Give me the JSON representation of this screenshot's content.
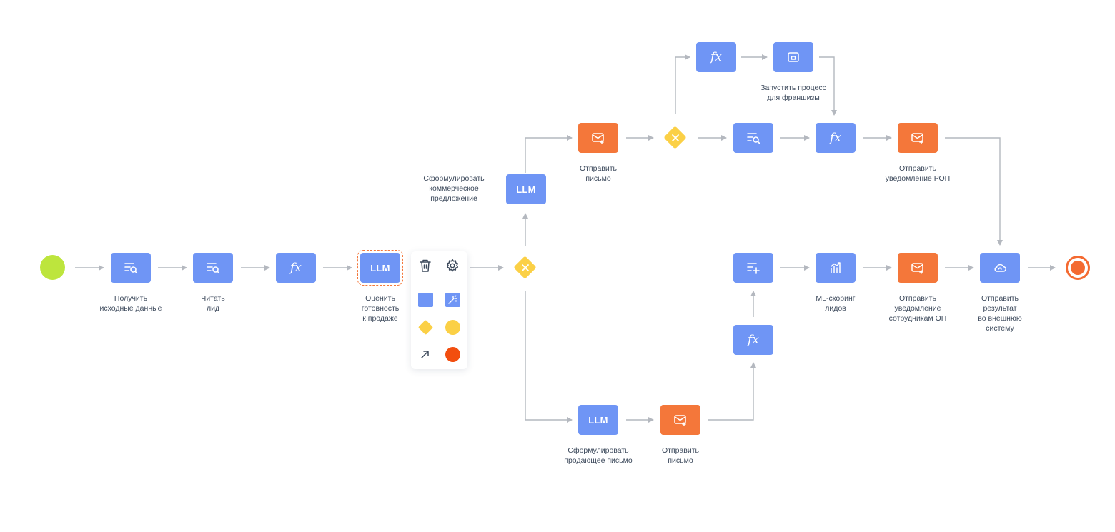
{
  "colors": {
    "task_blue": "#6f95f5",
    "task_orange": "#f4773a",
    "gateway": "#fbd046",
    "start_event": "#bde53d",
    "end_event": "#f46a31",
    "connector": "#b4b8bf",
    "label": "#3d4a5c"
  },
  "nodes": {
    "n1": {
      "icon": "search-list-icon",
      "label": "Получить\nисходные данные"
    },
    "n2": {
      "icon": "search-list-icon",
      "label": "Читать\nлид"
    },
    "n3": {
      "text": "fx",
      "icon": "function-icon"
    },
    "n4": {
      "text": "LLM",
      "label": "Оценить\nготовность\nк продаже"
    },
    "n5": {
      "text": "LLM",
      "label": "Сформулировать\nкоммерческое\nпредложение"
    },
    "n6": {
      "icon": "mail-icon",
      "label": "Отправить\nписьмо"
    },
    "n7": {
      "text": "fx",
      "icon": "function-icon"
    },
    "n8": {
      "icon": "subprocess-icon",
      "label": "Запустить процесс\nдля франшизы"
    },
    "n9": {
      "icon": "search-list-icon"
    },
    "n10": {
      "text": "fx",
      "icon": "function-icon"
    },
    "n11": {
      "icon": "mail-icon",
      "label": "Отправить\nуведомление РОП"
    },
    "n12": {
      "text": "LLM",
      "label": "Сформулировать\nпродающее письмо"
    },
    "n13": {
      "icon": "mail-icon",
      "label": "Отправить\nписьмо"
    },
    "n14": {
      "text": "fx",
      "icon": "function-icon"
    },
    "n15": {
      "icon": "add-list-icon"
    },
    "n16": {
      "icon": "chart-icon",
      "label": "ML-скоринг\nлидов"
    },
    "n17": {
      "icon": "mail-icon",
      "label": "Отправить\nуведомление\nсотрудникам ОП"
    },
    "n18": {
      "icon": "cloud-icon",
      "label": "Отправить\nрезультат\nво внешнюю\nсистему"
    }
  },
  "palette": {
    "items": [
      "trash-icon",
      "settings-icon",
      "task-shape",
      "magic-wand-icon",
      "gateway-shape",
      "event-shape",
      "arrow-connector-icon",
      "end-event-shape"
    ]
  }
}
